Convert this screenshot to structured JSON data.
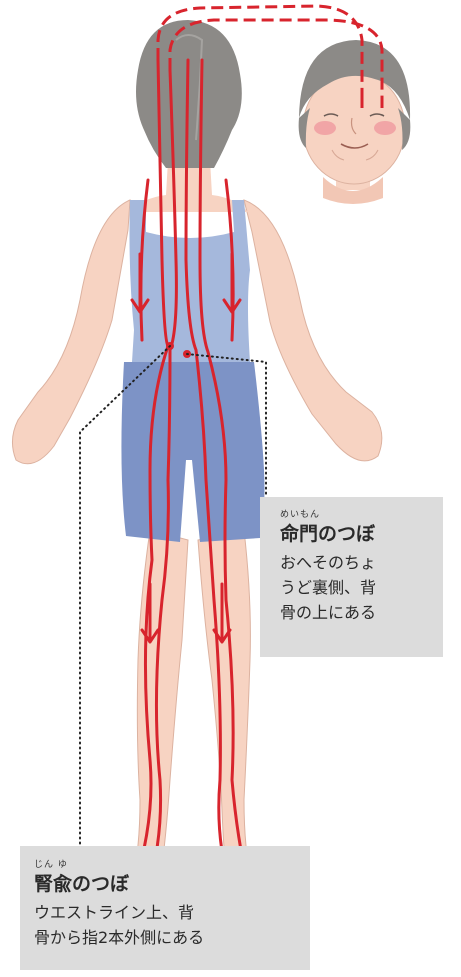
{
  "points": [
    {
      "reading": "めいもん",
      "name": "命門のつぼ",
      "description_lines": [
        "おへそのちょ",
        "うど裏側、背",
        "骨の上にある"
      ]
    },
    {
      "reading": "じん ゆ",
      "name": "腎兪のつぼ",
      "description_lines": [
        "ウエストライン上、背",
        "骨から指2本外側にある"
      ]
    }
  ],
  "colors": {
    "meridian": "#d8242d",
    "skin": "#f7d3c2",
    "hair": "#8c8a87",
    "top": "#a5b8dc",
    "shorts": "#7d93c6",
    "label_box": "#dcdcdc"
  }
}
